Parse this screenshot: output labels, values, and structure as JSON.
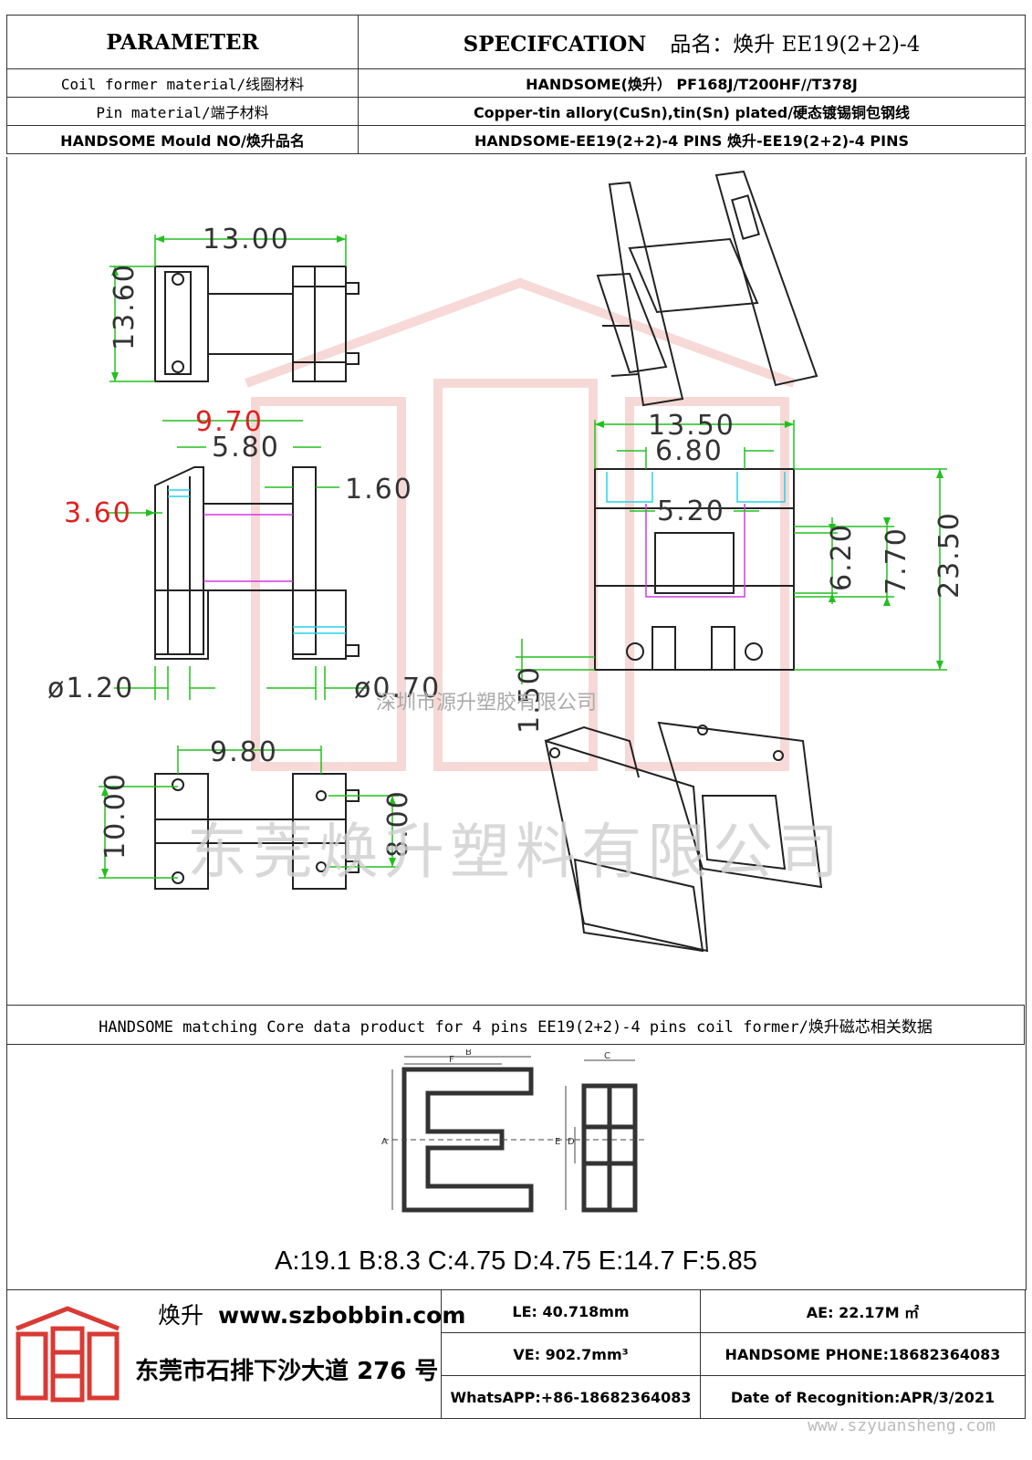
{
  "header": {
    "parameter_label": "PARAMETER",
    "spec_label": "SPECIFCATION",
    "product_name": "品名：焕升 EE19(2+2)-4",
    "rows": [
      {
        "param": "Coil former material/线圈材料",
        "value": "HANDSOME(焕升）  PF168J/T200HF//T378J"
      },
      {
        "param": "Pin material/端子材料",
        "value": "Copper-tin allory(CuSn),tin(Sn) plated/硬态镀锡铜包钢线"
      },
      {
        "param": "HANDSOME Mould NO/焕升品名",
        "value": "HANDSOME-EE19(2+2)-4 PINS   焕升-EE19(2+2)-4 PINS"
      }
    ]
  },
  "drawing": {
    "top_view": {
      "width": "13.00",
      "height": "13.60"
    },
    "side_view": {
      "dim_970": "9.70",
      "dim_580": "5.80",
      "dim_160": "1.60",
      "dim_360": "3.60",
      "pin_dia": "ø1.20",
      "pin_dia2": "ø0.70"
    },
    "bottom_view": {
      "dim_980": "9.80",
      "dim_1000": "10.00",
      "dim_800": "8.00"
    },
    "front_view": {
      "dim_1350": "13.50",
      "dim_680": "6.80",
      "dim_520": "5.20",
      "dim_620": "6.20",
      "dim_770": "7.70",
      "dim_2350": "23.50",
      "dim_150": "1.50"
    },
    "watermark_company": "东莞焕升塑料有限公司",
    "watermark_company2": "深圳市源升塑胶有限公司"
  },
  "core": {
    "title": "HANDSOME matching Core data  product for 4 pins EE19(2+2)-4 pins coil former/焕升磁芯相关数据",
    "labels": {
      "A": "A",
      "B": "B",
      "C": "C",
      "D": "D",
      "E": "E",
      "F": "F"
    },
    "dims": "A:19.1 B:8.3 C:4.75 D:4.75 E:14.7 F:5.85"
  },
  "footer": {
    "brand_cn": "焕升",
    "website": "www.szbobbin.com",
    "address_pre": "东莞市石排下沙大道",
    "address_num": "276",
    "address_post": "号",
    "le": "LE:   40.718mm",
    "ae": "AE: 22.17M ㎡",
    "ve": "VE:   902.7mm³",
    "phone": "HANDSOME PHONE:18682364083",
    "whatsapp": "WhatsAPP:+86-18682364083",
    "date": "Date of Recognition:APR/3/2021",
    "url_watermark": "www.szyuansheng.com"
  },
  "colors": {
    "dim_green": "#22c01e",
    "dim_red": "#e0201e",
    "outline": "#222222",
    "cyan": "#22d3e6",
    "magenta": "#d13be0",
    "logo_red": "#d83a34"
  }
}
